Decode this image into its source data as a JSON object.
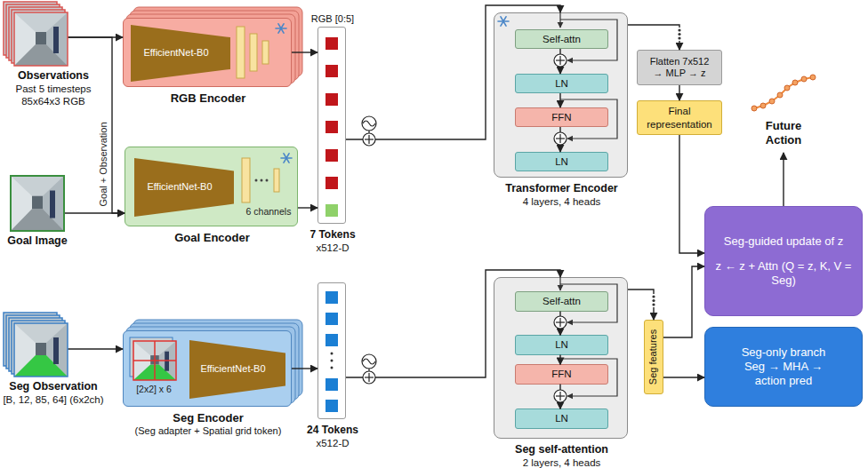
{
  "diagram": {
    "nodes": [
      {
        "text": [
          "Observations",
          "Past 5 timesteps 85x64x3 RGB"
        ]
      },
      {
        "text": [
          "Goal Image"
        ]
      },
      {
        "text": [
          "Seg Observation",
          "[B, 12, 85, 64] (6x2ch)"
        ]
      },
      {
        "text": [
          "RGB Encoder"
        ]
      },
      {
        "text": [
          "EfficientNet-B0"
        ],
        "in": 3
      },
      {
        "text": [
          "Goal Encoder"
        ]
      },
      {
        "text": [
          "EfficientNet-B0"
        ],
        "in": 5
      },
      {
        "text": [
          "Seg Encoder",
          "(Seg adapter + Spatial grid token)"
        ]
      },
      {
        "text": [
          "EfficientNet-B0"
        ],
        "in": 7
      },
      {
        "text": [
          "RGB [0:5]",
          "7 Tokens",
          "x512-D"
        ]
      },
      {
        "text": [
          "24 Tokens",
          "x512-D"
        ]
      },
      {
        "text": [
          "Transformer Encoder",
          "4 layers, 4 heads"
        ]
      },
      {
        "text": [
          "Self-attn"
        ],
        "in": 11
      },
      {
        "text": [
          "LN"
        ],
        "in": 11
      },
      {
        "text": [
          "FFN"
        ],
        "in": 11
      },
      {
        "text": [
          "LN"
        ],
        "in": 11
      },
      {
        "text": [
          "Flatten 7x512 → MLP → z"
        ]
      },
      {
        "text": [
          "Final representation"
        ]
      },
      {
        "text": [
          "Future Action"
        ]
      },
      {
        "text": [
          "Seg-guided update of z",
          "z ← z + Attn (Q = z, K, V = Seg)"
        ]
      },
      {
        "text": [
          "Seg self-attention",
          "2 layers, 4 heads"
        ]
      },
      {
        "text": [
          "Self-attn"
        ],
        "in": 20
      },
      {
        "text": [
          "LN"
        ],
        "in": 20
      },
      {
        "text": [
          "FFN"
        ],
        "in": 20
      },
      {
        "text": [
          "LN"
        ],
        "in": 20
      },
      {
        "text": [
          "Seg features"
        ]
      },
      {
        "text": [
          "Seg-only branch Seg → MHA → action pred"
        ]
      }
    ],
    "edges": [
      {
        "from": 0,
        "to": 3,
        "arrow": "to"
      },
      {
        "from": 0,
        "to": 5,
        "label": "Goal + Observation",
        "arrow": "to"
      },
      {
        "from": 1,
        "to": 5,
        "arrow": "to"
      },
      {
        "from": 2,
        "to": 7,
        "arrow": "to"
      },
      {
        "from": 3,
        "to": 9,
        "arrow": "to"
      },
      {
        "from": 5,
        "to": 9,
        "arrow": "to"
      },
      {
        "from": 7,
        "to": 10,
        "arrow": "to"
      },
      {
        "from": 9,
        "to": 11,
        "arrow": "to"
      },
      {
        "from": 10,
        "to": 20,
        "arrow": "to"
      },
      {
        "from": 12,
        "to": 13,
        "arrow": "to"
      },
      {
        "from": 13,
        "to": 14,
        "arrow": "to"
      },
      {
        "from": 14,
        "to": 15,
        "arrow": "to"
      },
      {
        "from": 21,
        "to": 22,
        "arrow": "to"
      },
      {
        "from": 22,
        "to": 23,
        "arrow": "to"
      },
      {
        "from": 23,
        "to": 24,
        "arrow": "to"
      },
      {
        "from": 11,
        "to": 16,
        "arrow": "to"
      },
      {
        "from": 16,
        "to": 17,
        "arrow": "to"
      },
      {
        "from": 17,
        "to": 19,
        "arrow": "to"
      },
      {
        "from": 20,
        "to": 25,
        "arrow": "to"
      },
      {
        "from": 25,
        "to": 19,
        "arrow": "to"
      },
      {
        "from": 25,
        "to": 26,
        "arrow": "to"
      },
      {
        "from": 19,
        "to": 18,
        "arrow": "to"
      }
    ],
    "labels": [
      "6 channels",
      "[2x2] x 6"
    ]
  }
}
